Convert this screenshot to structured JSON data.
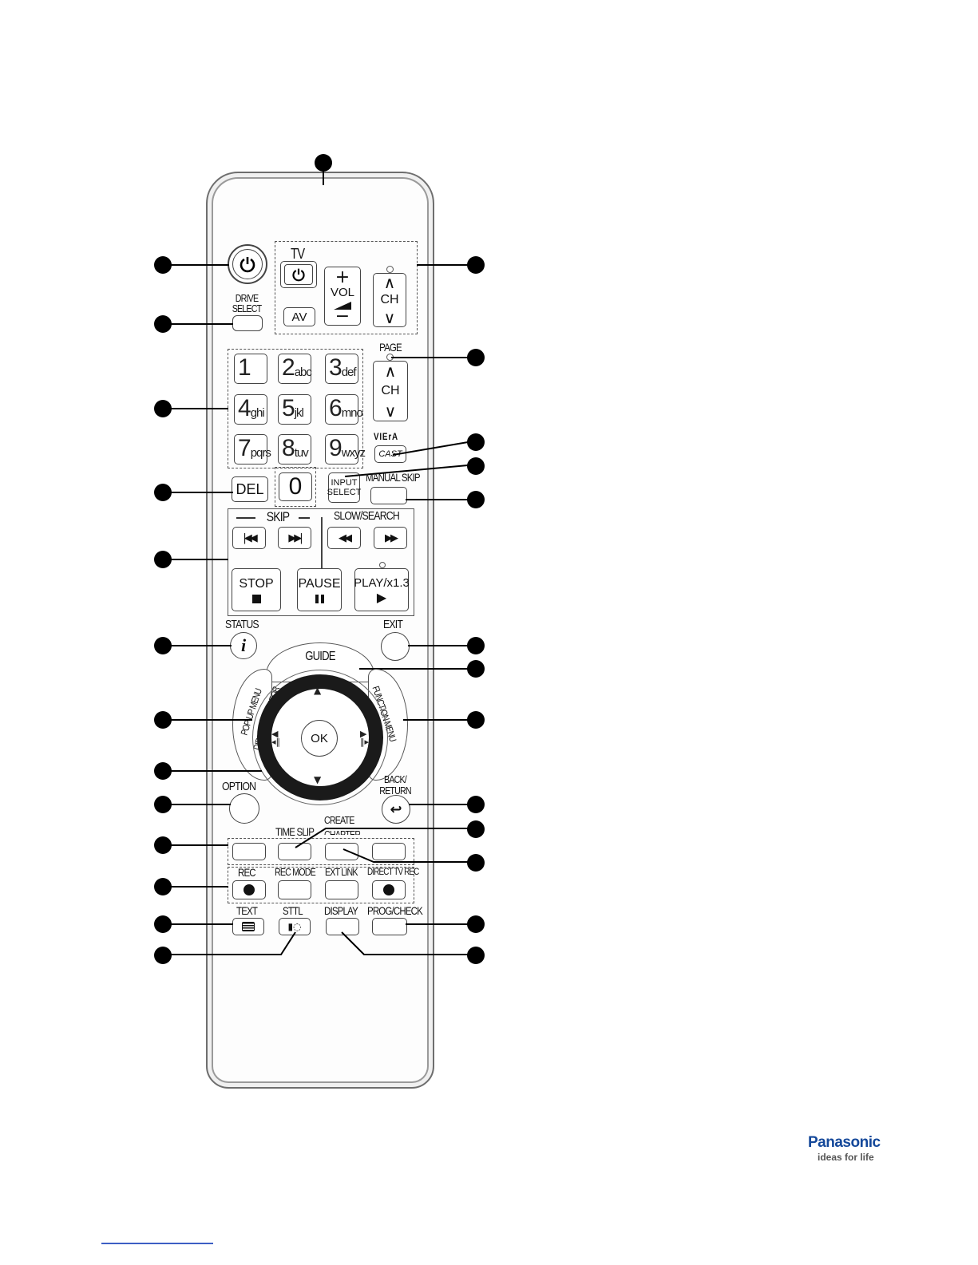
{
  "remote": {
    "labels": {
      "tv": "TV",
      "av": "AV",
      "vol": "VOL",
      "ch": "CH",
      "page": "PAGE",
      "page_ch": "CH",
      "drive": "DRIVE",
      "select": "SELECT",
      "viera": "VIErA",
      "cast": "CAST",
      "input": "INPUT",
      "input_select": "SELECT",
      "manual_skip": "MANUAL SKIP",
      "del": "DEL",
      "zero": "0",
      "skip": "SKIP",
      "slow_search": "SLOW/SEARCH",
      "stop": "STOP",
      "pause": "PAUSE",
      "play": "PLAY/x1.3",
      "status": "STATUS",
      "exit": "EXIT",
      "guide": "GUIDE",
      "popup_menu": "POP-UP MENU",
      "direct_navigator": "DIRECT NAVIGATOR",
      "function_menu": "FUNCTION MENU",
      "ok": "OK",
      "option": "OPTION",
      "back": "BACK/",
      "return": "RETURN",
      "time_slip": "TIME SLIP",
      "create": "CREATE",
      "chapter": "CHAPTER",
      "rec": "REC",
      "rec_mode": "REC MODE",
      "ext_link": "EXT LINK",
      "direct_tv_rec": "DIRECT TV REC",
      "text": "TEXT",
      "sttl": "STTL",
      "display": "DISPLAY",
      "prog_check": "PROG/CHECK"
    },
    "number_keys": [
      {
        "digit": "1",
        "letters": ""
      },
      {
        "digit": "2",
        "letters": "abc"
      },
      {
        "digit": "3",
        "letters": "def"
      },
      {
        "digit": "4",
        "letters": "ghi"
      },
      {
        "digit": "5",
        "letters": "jkl"
      },
      {
        "digit": "6",
        "letters": "mno"
      },
      {
        "digit": "7",
        "letters": "pqrs"
      },
      {
        "digit": "8",
        "letters": "tuv"
      },
      {
        "digit": "9",
        "letters": "wxyz"
      }
    ],
    "icons": {
      "power": "power-icon",
      "info": "info-icon",
      "return": "return-arrow-icon",
      "prev": "skip-previous-icon",
      "next": "skip-next-icon",
      "rewind": "rewind-icon",
      "ffwd": "fast-forward-icon"
    }
  },
  "brand": {
    "name": "Panasonic",
    "tagline": "ideas for life",
    "color": "#14489a"
  }
}
